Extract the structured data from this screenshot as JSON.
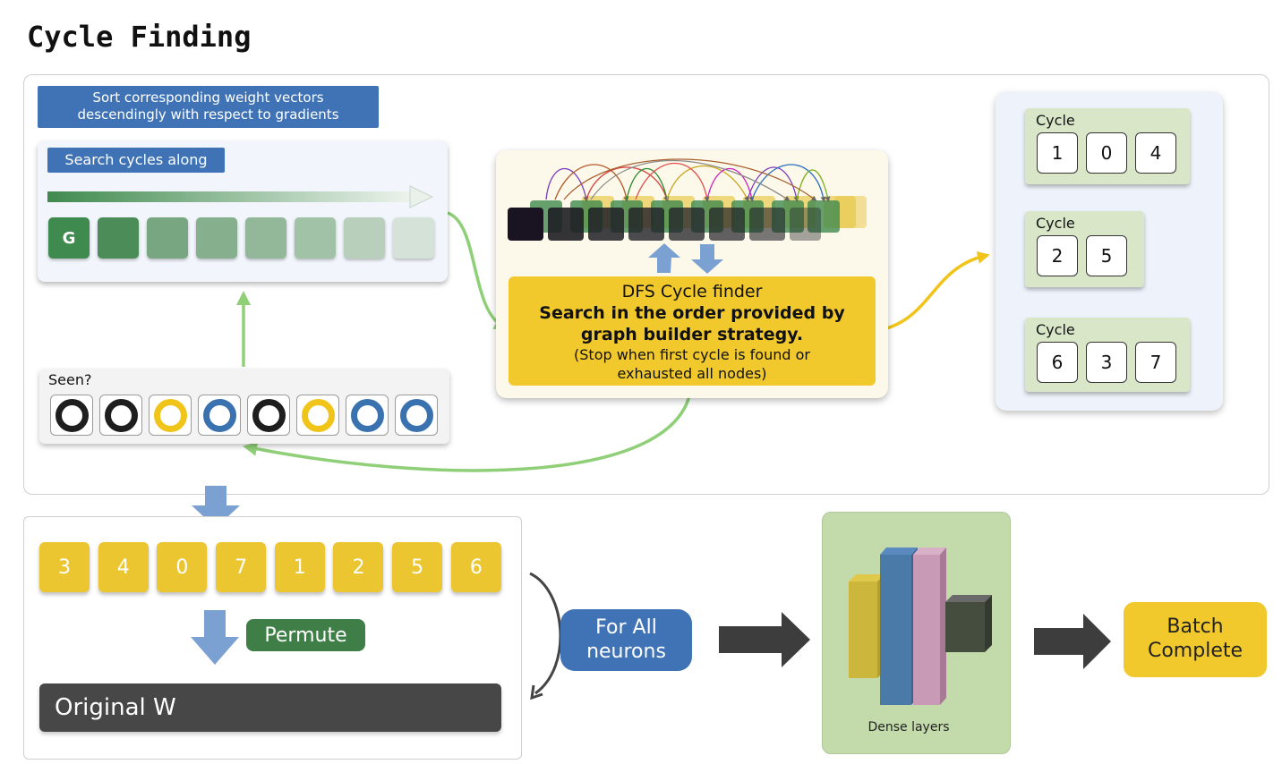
{
  "title": "Cycle Finding",
  "sort_label": "Sort corresponding weight vectors descendingly with respect to gradients",
  "search_label": "Search cycles along",
  "search_first": "G",
  "seen_label": "Seen?",
  "seen_rings": [
    "#1e1e1e",
    "#1e1e1e",
    "#f0c419",
    "#3a72b0",
    "#1e1e1e",
    "#f0c419",
    "#3a72b0",
    "#3a72b0"
  ],
  "dfs": {
    "title": "DFS Cycle finder",
    "line2": "Search in the order provided by",
    "line3": "graph builder strategy.",
    "line4": "(Stop when first cycle is found or",
    "line5": "exhausted all nodes)"
  },
  "cycles": [
    {
      "label": "Cycle",
      "nums": [
        "1",
        "0",
        "4"
      ]
    },
    {
      "label": "Cycle",
      "nums": [
        "2",
        "5"
      ]
    },
    {
      "label": "Cycle",
      "nums": [
        "6",
        "3",
        "7"
      ]
    }
  ],
  "permutation": [
    "3",
    "4",
    "0",
    "7",
    "1",
    "2",
    "5",
    "6"
  ],
  "permute_label": "Permute",
  "original_w": "Original W",
  "for_all": {
    "line1": "For All",
    "line2": "neurons"
  },
  "dense_label": "Dense layers",
  "batch": {
    "line1": "Batch",
    "line2": "Complete"
  },
  "colors": {
    "accent_blue": "#3f73b5",
    "accent_yellow": "#f2c92d",
    "accent_green": "#3f7e47",
    "arrow_green": "#8fcf78"
  }
}
